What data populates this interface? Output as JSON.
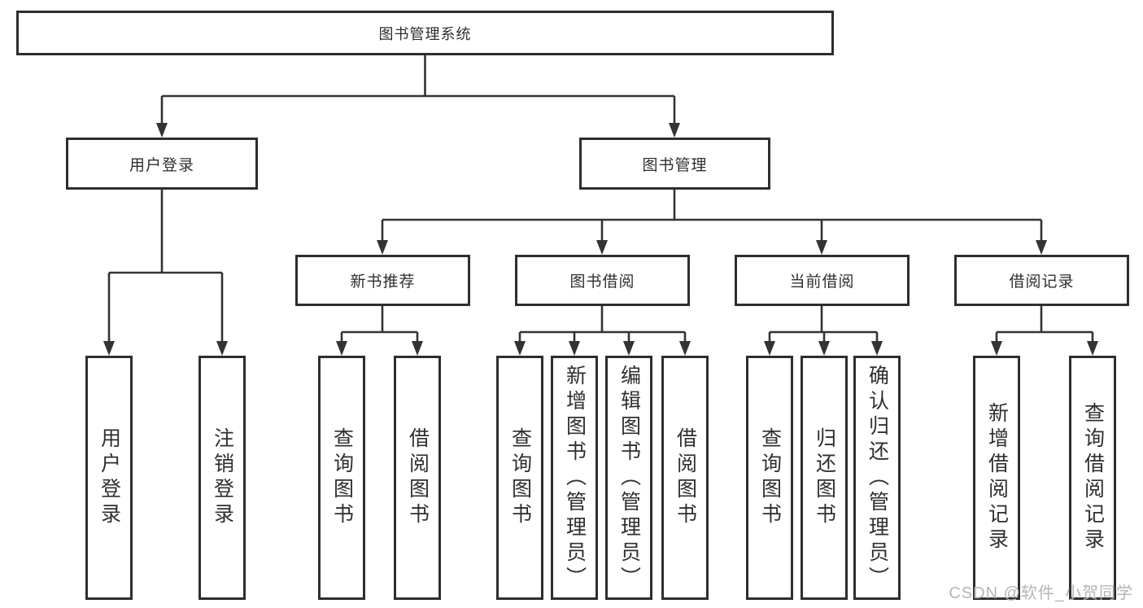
{
  "page": {
    "background": "#ffffff"
  },
  "colors": {
    "line": "#333333",
    "box_border": "#2e2e2e",
    "text": "#2f2f2f",
    "watermark": "#b5b5b5"
  },
  "tree": {
    "label": "图书管理系统",
    "children": [
      {
        "label": "用户登录",
        "children": [
          {
            "label": "用户登录"
          },
          {
            "label": "注销登录"
          }
        ]
      },
      {
        "label": "图书管理",
        "children": [
          {
            "label": "新书推荐",
            "children": [
              {
                "label": "查询图书"
              },
              {
                "label": "借阅图书"
              }
            ]
          },
          {
            "label": "图书借阅",
            "children": [
              {
                "label": "查询图书"
              },
              {
                "label": "新增图书（管理员）"
              },
              {
                "label": "编辑图书（管理员）"
              },
              {
                "label": "借阅图书"
              }
            ]
          },
          {
            "label": "当前借阅",
            "children": [
              {
                "label": "查询图书"
              },
              {
                "label": "归还图书"
              },
              {
                "label": "确认归还（管理员）"
              }
            ]
          },
          {
            "label": "借阅记录",
            "children": [
              {
                "label": "新增借阅记录"
              },
              {
                "label": "查询借阅记录"
              }
            ]
          }
        ]
      }
    ]
  },
  "watermark": {
    "text": "CSDN @软件_小贺同学"
  }
}
